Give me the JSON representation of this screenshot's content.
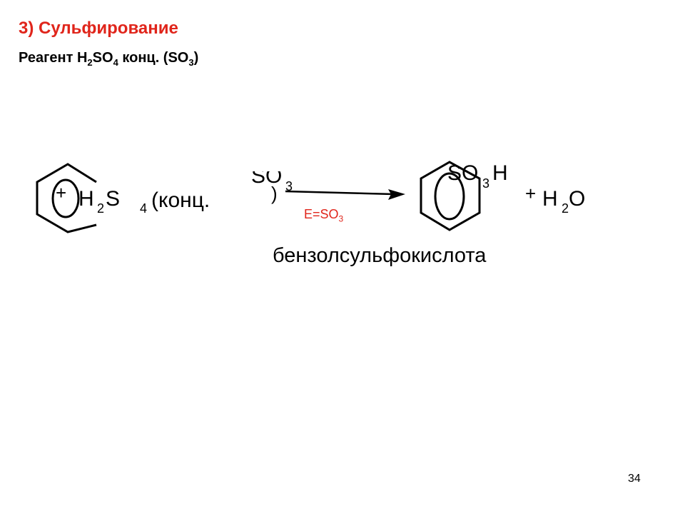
{
  "slide": {
    "title": "3) Сульфирование",
    "title_color": "#e0251b",
    "reagent": {
      "prefix": "Реагент H",
      "sub1": "2",
      "mid": "SO",
      "sub2": "4",
      "tail": " конц. (SO",
      "sub3": "3",
      "end": ")"
    },
    "page_number": "34"
  },
  "reaction": {
    "plus1": "+",
    "h": "H",
    "h_sub": "2",
    "s": "S",
    "s_sub": "4",
    "konc": "(конц.",
    "so": "SO",
    "so_sub": "3",
    "paren": ")",
    "catalyst_text": "E=SO",
    "catalyst_sub": "3",
    "catalyst_color": "#e0251b",
    "product_so": "SO",
    "product_sub": "3",
    "product_h": "H",
    "plus2": "+",
    "water_h": "H",
    "water_sub": "2",
    "water_o": "O",
    "product_name": "бензолсульфокислота"
  }
}
